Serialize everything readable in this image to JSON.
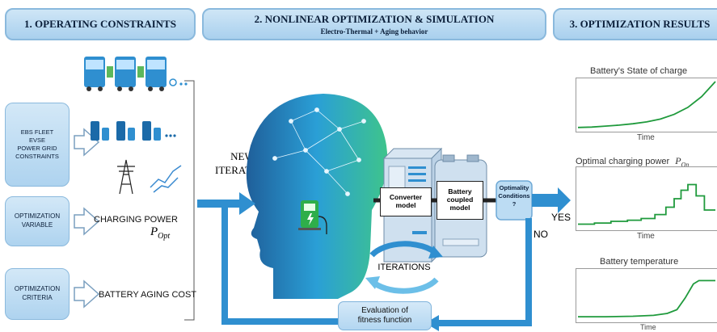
{
  "headers": {
    "h1_title": "1. OPERATING CONSTRAINTS",
    "h2_title": "2. NONLINEAR OPTIMIZATION & SIMULATION",
    "h2_subtitle": "Electro-Thermal + Aging behavior",
    "h3_title": "3. OPTIMIZATION RESULTS"
  },
  "left_boxes": [
    {
      "label": "EBS FLEET\nEVSE\nPOWER GRID\nCONSTRAINTS"
    },
    {
      "label": "OPTIMIZATION\nVARIABLE"
    },
    {
      "label": "OPTIMIZATION\nCRITERIA"
    }
  ],
  "right_texts": {
    "charging_power": "CHARGING POWER",
    "p_opt": "P",
    "p_opt_sub": "Opt",
    "battery_aging": "BATTERY AGING COST"
  },
  "center": {
    "new_iteration_1": "NEW",
    "new_iteration_2": "ITERATION",
    "converter_model": "Converter\nmodel",
    "battery_model": "Battery\ncoupled\nmodel",
    "optimality": "Optimality\nConditions ?",
    "yes": "YES",
    "no": "NO",
    "iterations": "ITERATIONS",
    "evaluation": "Evaluation of\nfitness function"
  },
  "results": {
    "soc_title": "Battery's State of charge",
    "power_title": "Optimal charging power",
    "power_symbol": "P",
    "power_symbol_sub": "Op",
    "temp_title": "Battery temperature",
    "time_label": "Time"
  },
  "colors": {
    "header_fill": "#a9d0ee",
    "arrow_blue": "#2f8fd0",
    "curve_green": "#1f9a3c"
  },
  "chart_data": [
    {
      "type": "line",
      "title": "Battery's State of charge",
      "xlabel": "Time",
      "ylabel": "",
      "series": [
        {
          "x": [
            0,
            0.1,
            0.2,
            0.3,
            0.4,
            0.5,
            0.6,
            0.7,
            0.8,
            0.9,
            1.0
          ],
          "y": [
            0.02,
            0.03,
            0.05,
            0.07,
            0.1,
            0.14,
            0.2,
            0.3,
            0.45,
            0.68,
            1.0
          ]
        }
      ]
    },
    {
      "type": "line",
      "title": "Optimal charging power",
      "xlabel": "Time",
      "ylabel": "",
      "series": [
        {
          "x": [
            0,
            0.12,
            0.12,
            0.24,
            0.24,
            0.36,
            0.36,
            0.46,
            0.46,
            0.56,
            0.56,
            0.64,
            0.64,
            0.7,
            0.7,
            0.75,
            0.75,
            0.8,
            0.8,
            0.86,
            0.86,
            0.92,
            0.92,
            1.0
          ],
          "y": [
            0.05,
            0.05,
            0.07,
            0.07,
            0.1,
            0.1,
            0.12,
            0.12,
            0.15,
            0.15,
            0.22,
            0.22,
            0.35,
            0.35,
            0.5,
            0.5,
            0.65,
            0.65,
            0.75,
            0.75,
            0.55,
            0.55,
            0.3,
            0.3
          ]
        }
      ]
    },
    {
      "type": "line",
      "title": "Battery temperature",
      "xlabel": "Time",
      "ylabel": "",
      "series": [
        {
          "x": [
            0,
            0.2,
            0.4,
            0.55,
            0.65,
            0.72,
            0.78,
            0.84,
            0.88,
            1.0
          ],
          "y": [
            0.05,
            0.05,
            0.06,
            0.08,
            0.12,
            0.2,
            0.45,
            0.75,
            0.82,
            0.82
          ]
        }
      ]
    }
  ]
}
